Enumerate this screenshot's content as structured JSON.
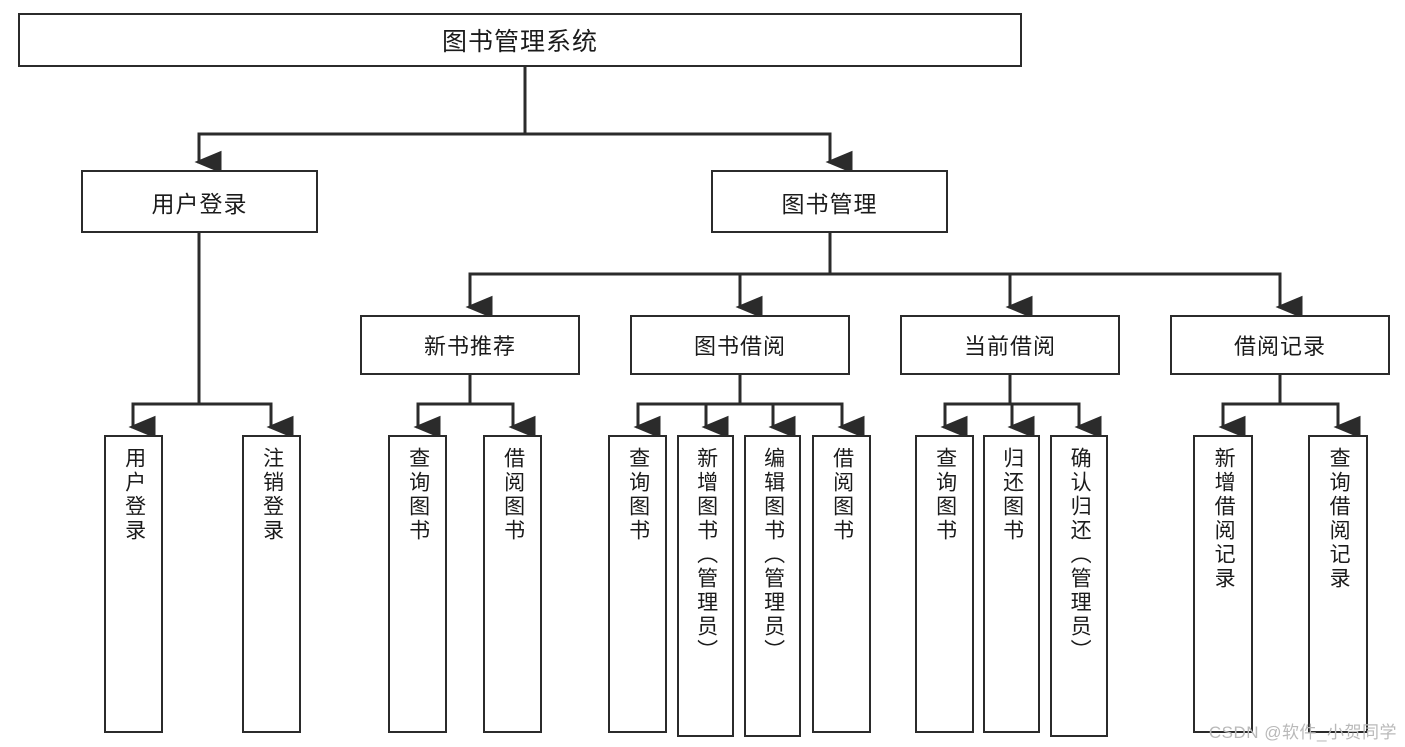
{
  "diagram": {
    "title": "图书管理系统",
    "type": "tree-hierarchy-chart",
    "watermark": "CSDN @软件_小贺同学",
    "colors": {
      "stroke": "#2b2b2b",
      "fill": "#ffffff",
      "text": "#1b1b1b",
      "watermark": "#b9b9b9"
    },
    "root": {
      "label": "图书管理系统"
    },
    "level2": [
      {
        "label": "用户登录"
      },
      {
        "label": "图书管理"
      }
    ],
    "level3": [
      {
        "label": "新书推荐"
      },
      {
        "label": "图书借阅"
      },
      {
        "label": "当前借阅"
      },
      {
        "label": "借阅记录"
      }
    ],
    "leaves": {
      "user_login": [
        {
          "label": "用户登录"
        },
        {
          "label": "注销登录"
        }
      ],
      "new_book_recommend": [
        {
          "label": "查询图书"
        },
        {
          "label": "借阅图书"
        }
      ],
      "book_borrow": [
        {
          "label": "查询图书"
        },
        {
          "label": "新增图书（管理员）"
        },
        {
          "label": "编辑图书（管理员）"
        },
        {
          "label": "借阅图书"
        }
      ],
      "current_borrow": [
        {
          "label": "查询图书"
        },
        {
          "label": "归还图书"
        },
        {
          "label": "确认归还（管理员）"
        }
      ],
      "borrow_record": [
        {
          "label": "新增借阅记录"
        },
        {
          "label": "查询借阅记录"
        }
      ]
    }
  }
}
